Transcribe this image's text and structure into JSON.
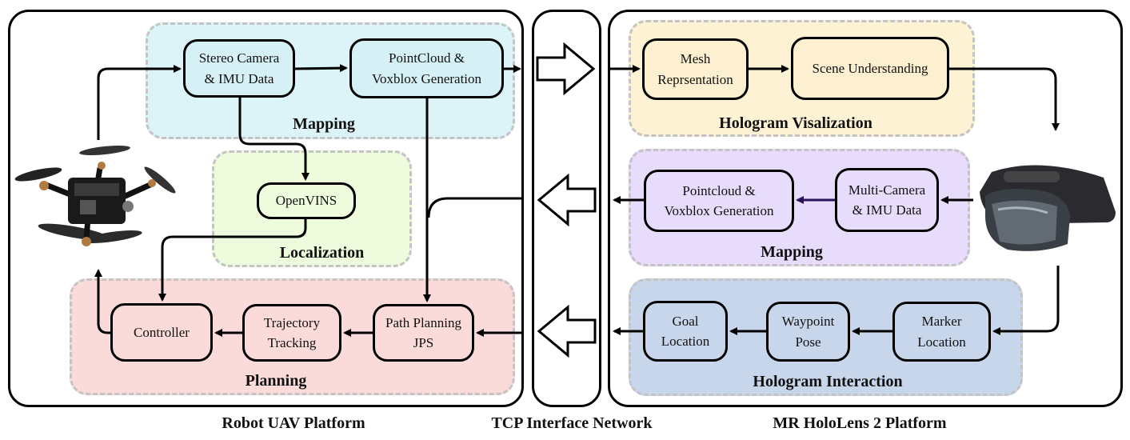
{
  "platforms": {
    "robot": "Robot UAV Platform",
    "tcp": "TCP Interface Network",
    "hololens": "MR HoloLens 2 Platform"
  },
  "groups": {
    "robot_mapping": {
      "label": "Mapping",
      "color": "#dcf3f7"
    },
    "localization": {
      "label": "Localization",
      "color": "#eefbdd"
    },
    "planning": {
      "label": "Planning",
      "color": "#fbdada"
    },
    "hologram_visualization": {
      "label": "Hologram Visalization",
      "color": "#fdf3d4"
    },
    "holo_mapping": {
      "label": "Mapping",
      "color": "#e7dcfb"
    },
    "hologram_interaction": {
      "label": "Hologram Interaction",
      "color": "#c8d6ec"
    }
  },
  "nodes": {
    "stereo_camera": "Stereo Camera\n& IMU Data",
    "pointcloud_voxblox": "PointCloud &\nVoxblox Generation",
    "openvins": "OpenVINS",
    "controller": "Controller",
    "trajectory_tracking": "Trajectory\nTracking",
    "path_planning": "Path Planning\nJPS",
    "mesh_representation": "Mesh\nReprsentation",
    "scene_understanding": "Scene Understanding",
    "holo_pointcloud": "Pointcloud &\nVoxblox Generation",
    "multi_camera": "Multi-Camera\n& IMU Data",
    "goal_location": "Goal\nLocation",
    "waypoint_pose": "Waypoint\nPose",
    "marker_location": "Marker\nLocation"
  },
  "images": {
    "drone": "drone-icon",
    "headset": "hololens-headset-icon"
  },
  "colors": {
    "node_fill_mapping": "#d6f1f5",
    "node_fill_localization": "#eefbdd",
    "node_fill_planning": "#fbdada",
    "node_fill_visualization": "#fdf0d0",
    "node_fill_holo_mapping": "#e7dcfb",
    "node_fill_interaction": "#c8d6ec"
  }
}
